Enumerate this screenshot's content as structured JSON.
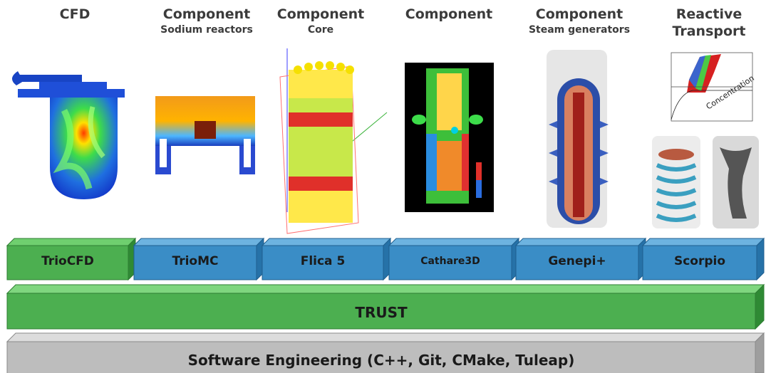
{
  "columns": [
    {
      "title": "CFD",
      "subtitle": ""
    },
    {
      "title": "Component",
      "subtitle": "Sodium reactors"
    },
    {
      "title": "Component",
      "subtitle": "Core"
    },
    {
      "title": "Component",
      "subtitle": ""
    },
    {
      "title": "Component",
      "subtitle": "Steam generators"
    },
    {
      "title": "Reactive",
      "subtitle": "Transport"
    }
  ],
  "codes": [
    "TrioCFD",
    "TrioMC",
    "Flica 5",
    "Cathare3D",
    "Genepi+",
    "Scorpio"
  ],
  "platform": "TRUST",
  "foundation": "Software Engineering (C++, Git, CMake, Tuleap)",
  "plot_label": "Concentration",
  "colors": {
    "green": "#4caf50",
    "blue": "#3a8dc6",
    "gray": "#bdbdbd"
  }
}
